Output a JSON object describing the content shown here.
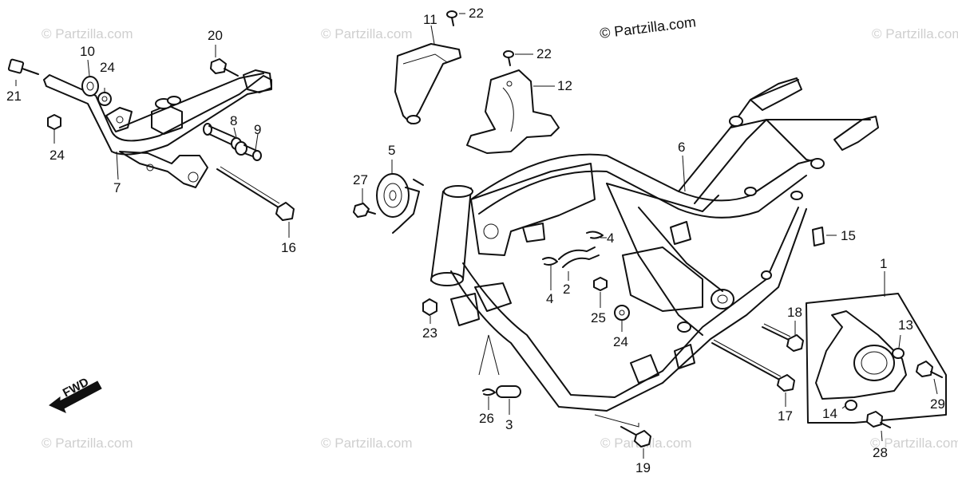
{
  "watermarks": {
    "text": "© Partzilla.com",
    "main_text": "© Partzilla.com"
  },
  "direction": {
    "label": "FWD"
  },
  "callouts": {
    "c1": "1",
    "c2": "2",
    "c3": "3",
    "c4a": "4",
    "c4b": "4",
    "c5": "5",
    "c6": "6",
    "c7": "7",
    "c8": "8",
    "c9": "9",
    "c10": "10",
    "c11": "11",
    "c12": "12",
    "c13": "13",
    "c14": "14",
    "c15": "15",
    "c16": "16",
    "c17": "17",
    "c18": "18",
    "c19": "19",
    "c20": "20",
    "c21": "21",
    "c22a": "22",
    "c22b": "22",
    "c23": "23",
    "c24a": "24",
    "c24b": "24",
    "c24c": "24",
    "c25": "25",
    "c26": "26",
    "c27": "27",
    "c28": "28",
    "c29": "29"
  },
  "colors": {
    "line": "#111111",
    "watermark": "#cfcfcf",
    "background": "#ffffff"
  }
}
